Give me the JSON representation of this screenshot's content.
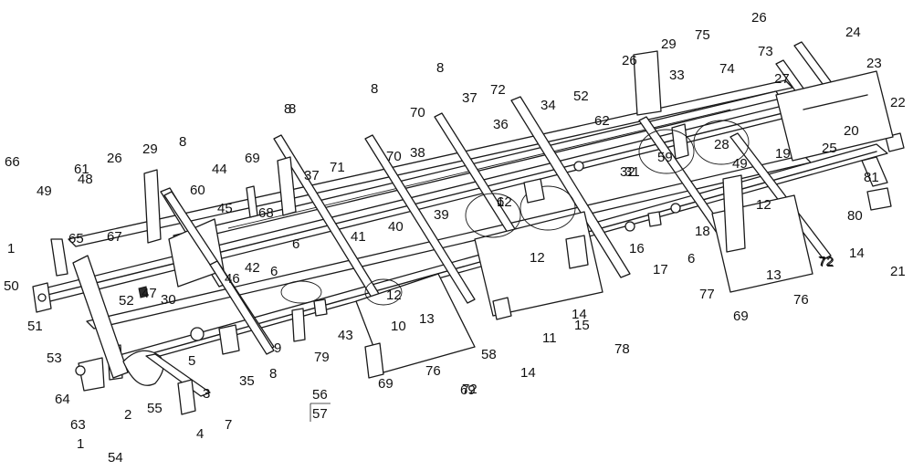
{
  "labels": [
    "1",
    "1",
    "2",
    "3",
    "4",
    "5",
    "6",
    "6",
    "6",
    "6",
    "7",
    "8",
    "8",
    "8",
    "8",
    "8",
    "8",
    "9",
    "10",
    "11",
    "12",
    "12",
    "12",
    "12",
    "13",
    "13",
    "14",
    "14",
    "14",
    "15",
    "16",
    "17",
    "18",
    "19",
    "20",
    "21",
    "22",
    "23",
    "24",
    "25",
    "26",
    "26",
    "26",
    "27",
    "28",
    "29",
    "29",
    "30",
    "31",
    "32",
    "33",
    "34",
    "35",
    "36",
    "37",
    "37",
    "38",
    "39",
    "40",
    "41",
    "42",
    "43",
    "44",
    "45",
    "46",
    "47",
    "48",
    "49",
    "49",
    "50",
    "51",
    "52",
    "52",
    "53",
    "54",
    "55",
    "56",
    "57",
    "58",
    "59",
    "60",
    "61",
    "62",
    "63",
    "64",
    "65",
    "66",
    "67",
    "68",
    "69",
    "69",
    "69",
    "69",
    "70",
    "70",
    "71",
    "72",
    "72",
    "72",
    "72",
    "73",
    "74",
    "75",
    "76",
    "76",
    "77",
    "78",
    "79",
    "80",
    "81"
  ]
}
